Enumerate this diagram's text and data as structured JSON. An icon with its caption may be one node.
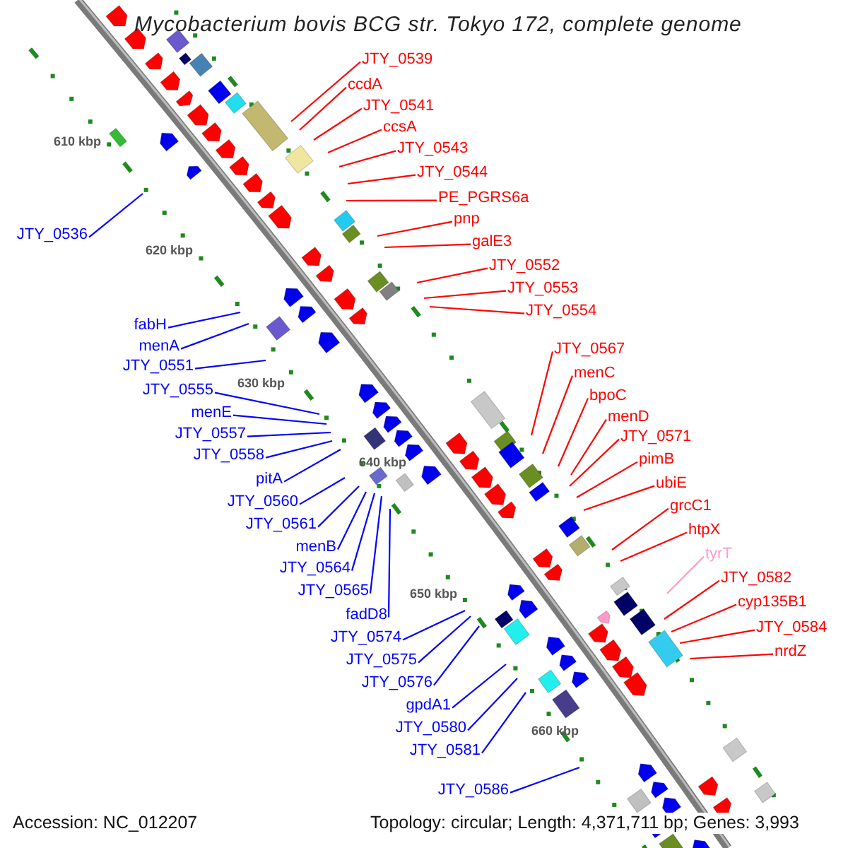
{
  "diagram": {
    "title": "Mycobacterium bovis BCG str. Tokyo 172, complete genome",
    "nodes": [
      {
        "text": [
          "JTY_0539"
        ]
      },
      {
        "text": [
          "ccdA"
        ]
      },
      {
        "text": [
          "JTY_0541"
        ]
      },
      {
        "text": [
          "ccsA"
        ]
      },
      {
        "text": [
          "JTY_0543"
        ]
      },
      {
        "text": [
          "JTY_0544"
        ]
      },
      {
        "text": [
          "PE_PGRS6a"
        ]
      },
      {
        "text": [
          "pnp"
        ]
      },
      {
        "text": [
          "galE3"
        ]
      },
      {
        "text": [
          "JTY_0552"
        ]
      },
      {
        "text": [
          "JTY_0553"
        ]
      },
      {
        "text": [
          "JTY_0554"
        ]
      },
      {
        "text": [
          "JTY_0567"
        ]
      },
      {
        "text": [
          "menC"
        ]
      },
      {
        "text": [
          "bpoC"
        ]
      },
      {
        "text": [
          "menD"
        ]
      },
      {
        "text": [
          "JTY_0571"
        ]
      },
      {
        "text": [
          "pimB"
        ]
      },
      {
        "text": [
          "ubiE"
        ]
      },
      {
        "text": [
          "grcC1"
        ]
      },
      {
        "text": [
          "htpX"
        ]
      },
      {
        "text": [
          "tyrT"
        ]
      },
      {
        "text": [
          "JTY_0582"
        ]
      },
      {
        "text": [
          "cyp135B1"
        ]
      },
      {
        "text": [
          "JTY_0584"
        ]
      },
      {
        "text": [
          "nrdZ"
        ]
      },
      {
        "text": [
          "JTY_0536"
        ]
      },
      {
        "text": [
          "fabH"
        ]
      },
      {
        "text": [
          "menA"
        ]
      },
      {
        "text": [
          "JTY_0551"
        ]
      },
      {
        "text": [
          "JTY_0555"
        ]
      },
      {
        "text": [
          "menE"
        ]
      },
      {
        "text": [
          "JTY_0557"
        ]
      },
      {
        "text": [
          "JTY_0558"
        ]
      },
      {
        "text": [
          "pitA"
        ]
      },
      {
        "text": [
          "JTY_0560"
        ]
      },
      {
        "text": [
          "JTY_0561"
        ]
      },
      {
        "text": [
          "menB"
        ]
      },
      {
        "text": [
          "JTY_0564"
        ]
      },
      {
        "text": [
          "JTY_0565"
        ]
      },
      {
        "text": [
          "fadD8"
        ]
      },
      {
        "text": [
          "JTY_0574"
        ]
      },
      {
        "text": [
          "JTY_0575"
        ]
      },
      {
        "text": [
          "JTY_0576"
        ]
      },
      {
        "text": [
          "gpdA1"
        ]
      },
      {
        "text": [
          "JTY_0580"
        ]
      },
      {
        "text": [
          "JTY_0581"
        ]
      },
      {
        "text": [
          "JTY_0586"
        ]
      }
    ],
    "edges": [
      {
        "from": 0,
        "to": null,
        "arrow": "none"
      },
      {
        "from": 1,
        "to": null,
        "arrow": "none"
      },
      {
        "from": 2,
        "to": null,
        "arrow": "none"
      },
      {
        "from": 3,
        "to": null,
        "arrow": "none"
      },
      {
        "from": 4,
        "to": null,
        "arrow": "none"
      },
      {
        "from": 5,
        "to": null,
        "arrow": "none"
      },
      {
        "from": 6,
        "to": null,
        "arrow": "none"
      },
      {
        "from": 7,
        "to": null,
        "arrow": "none"
      },
      {
        "from": 8,
        "to": null,
        "arrow": "none"
      },
      {
        "from": 9,
        "to": null,
        "arrow": "none"
      },
      {
        "from": 10,
        "to": null,
        "arrow": "none"
      },
      {
        "from": 11,
        "to": null,
        "arrow": "none"
      },
      {
        "from": 12,
        "to": null,
        "arrow": "none"
      },
      {
        "from": 13,
        "to": null,
        "arrow": "none"
      },
      {
        "from": 14,
        "to": null,
        "arrow": "none"
      },
      {
        "from": 15,
        "to": null,
        "arrow": "none"
      },
      {
        "from": 16,
        "to": null,
        "arrow": "none"
      },
      {
        "from": 17,
        "to": null,
        "arrow": "none"
      },
      {
        "from": 18,
        "to": null,
        "arrow": "none"
      },
      {
        "from": 19,
        "to": null,
        "arrow": "none"
      },
      {
        "from": 20,
        "to": null,
        "arrow": "none"
      },
      {
        "from": 21,
        "to": null,
        "arrow": "none",
        "color": "#ff99cc"
      },
      {
        "from": 22,
        "to": null,
        "arrow": "none"
      },
      {
        "from": 23,
        "to": null,
        "arrow": "none"
      },
      {
        "from": 24,
        "to": null,
        "arrow": "none"
      },
      {
        "from": 25,
        "to": null,
        "arrow": "none"
      },
      {
        "from": 26,
        "to": null,
        "arrow": "none",
        "color": "#0000ff"
      },
      {
        "from": 27,
        "to": null,
        "arrow": "none",
        "color": "#0000ff"
      },
      {
        "from": 28,
        "to": null,
        "arrow": "none",
        "color": "#0000ff"
      },
      {
        "from": 29,
        "to": null,
        "arrow": "none",
        "color": "#0000ff"
      },
      {
        "from": 30,
        "to": null,
        "arrow": "none",
        "color": "#0000ff"
      },
      {
        "from": 31,
        "to": null,
        "arrow": "none",
        "color": "#0000ff"
      },
      {
        "from": 32,
        "to": null,
        "arrow": "none",
        "color": "#0000ff"
      },
      {
        "from": 33,
        "to": null,
        "arrow": "none",
        "color": "#0000ff"
      },
      {
        "from": 34,
        "to": null,
        "arrow": "none",
        "color": "#0000ff"
      },
      {
        "from": 35,
        "to": null,
        "arrow": "none",
        "color": "#0000ff"
      },
      {
        "from": 36,
        "to": null,
        "arrow": "none",
        "color": "#0000ff"
      },
      {
        "from": 37,
        "to": null,
        "arrow": "none",
        "color": "#0000ff"
      },
      {
        "from": 38,
        "to": null,
        "arrow": "none",
        "color": "#0000ff"
      },
      {
        "from": 39,
        "to": null,
        "arrow": "none",
        "color": "#0000ff"
      },
      {
        "from": 40,
        "to": null,
        "arrow": "none",
        "color": "#0000ff"
      },
      {
        "from": 41,
        "to": null,
        "arrow": "none",
        "color": "#0000ff"
      },
      {
        "from": 42,
        "to": null,
        "arrow": "none",
        "color": "#0000ff"
      },
      {
        "from": 43,
        "to": null,
        "arrow": "none",
        "color": "#0000ff"
      },
      {
        "from": 44,
        "to": null,
        "arrow": "none",
        "color": "#0000ff"
      },
      {
        "from": 45,
        "to": null,
        "arrow": "none",
        "color": "#0000ff"
      },
      {
        "from": 46,
        "to": null,
        "arrow": "none",
        "color": "#0000ff"
      },
      {
        "from": 47,
        "to": null,
        "arrow": "none",
        "color": "#0000ff"
      }
    ],
    "labels": [
      "610 kbp",
      "620 kbp",
      "630 kbp",
      "640 kbp",
      "650 kbp",
      "660 kbp",
      "Accession: NC_012207",
      "Topology: circular; Length: 4,371,711 bp; Genes: 3,993"
    ]
  }
}
